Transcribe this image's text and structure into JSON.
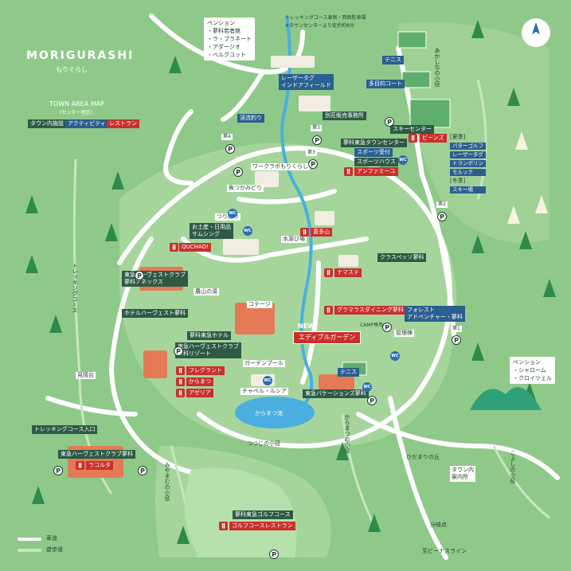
{
  "brand": {
    "logo": "MORIGURASHI",
    "logo_sub": "もりぐらし"
  },
  "map_title": "TOWN AREA MAP",
  "map_subtitle": "(センター地区)",
  "legend_categories": [
    "タウン内施設",
    "アクティビティ",
    "レストラン"
  ],
  "trekking_top": {
    "line1": "トレッキングコース東側・西側駐車場",
    "line2": "※タウンセンターより徒歩約8分"
  },
  "pension_top": {
    "title": "ペンション",
    "items": [
      "・蓼科若者館",
      "・ラ・ブラネート",
      "・アダージオ",
      "・ベルグコット"
    ]
  },
  "pension_right": {
    "title": "ペンション",
    "items": [
      "・シャローム",
      "・クロイツェル"
    ]
  },
  "season": {
    "summer_label": "[夏季]",
    "summer": [
      "パターゴルフ",
      "レーザータグ",
      "トランポリン",
      "モルック"
    ],
    "winter_label": "[冬季]",
    "winter": [
      "スキー場"
    ]
  },
  "places": {
    "laser_tag": "レーザータグ\nインドアフィールド",
    "tennis1": "テニス",
    "multi_court": "多目的コート",
    "akashina": "あかしなの小径",
    "keiryu": "渓流釣り",
    "bessou": "別荘販売事務所",
    "ski_center": "スキーセンター",
    "beans": "ビーンズ",
    "town_center": "蓼科東急タウンセンター",
    "sports_uketsuke": "スポーツ受付",
    "sports_house": "スポーツハウス",
    "anfami": "アンファミーユ",
    "workcraft": "ワークラボもりくらし",
    "sakana": "魚つかみどり",
    "tsuribori": "つりぼり",
    "shop": "お土産・日用品\nサムシング",
    "quchao": "QUCHAO!",
    "suigen": "水源び場",
    "kitaya": "喜多山",
    "clubhouse": "クラスペッソ蓼科",
    "namaste": "ナマステ",
    "harvest_annex": "東急ハーヴェストクラブ\n蓼科アネックス",
    "hotel_harvest": "ホテルハーヴェスト蓼科",
    "nosan": "農山の湯",
    "cottage": "コテージ",
    "glamping": "グラマラスダイニング蓼科",
    "forest_adv": "フォレスト\nアドベンチャー・蓼科",
    "camp": "CAMP専用",
    "kanritou": "管理棟",
    "new_tag": "NEW",
    "edible": "エディブルガーデン",
    "hotel": "蓼科東急ホテル",
    "harvest_resort": "東急ハーヴェストクラブ\n蓼科リゾート",
    "garden_pool": "ガーデンプール",
    "fregranto": "フレグラント",
    "karamatsu_rest": "からまつ",
    "azalea": "アゼリア",
    "chapel": "チャペル・ルシア",
    "tennis2": "テニス",
    "vacation": "東急バケーションズ蓼科",
    "karamatsu_pond": "からまつ池",
    "tsutsuji": "つつじの小径",
    "karamatsu_path": "からまつの小径",
    "hidamari": "ひだまりの丘",
    "koyoshi": "こよしの小径",
    "trek_course": "トレッキングコース",
    "miharashi": "見晴台",
    "trek_entrance": "トレッキングコース入口",
    "harvest_club": "東急ハーヴェストクラブ蓼科",
    "lacorta": "ラコルタ",
    "miyakoshi": "みやまむの小径",
    "golf": "蓼科東急ゴルフコース",
    "golf_rest": "ゴルフコースレストラン",
    "town_info": "タウン内\n案内所",
    "bunki": "分岐点",
    "to_venus": "至ビーナスライン",
    "legend_road": "車道",
    "legend_walk": "遊歩道"
  },
  "parking_labels": {
    "p4": "第4",
    "p3a": "第3",
    "p3b": "第3",
    "p2": "第2",
    "p1": "第1",
    "P": "P"
  },
  "colors": {
    "base": "#8fc98a",
    "light": "#b3dcaa",
    "road": "#ffffff",
    "river": "#4aaee0",
    "dark": "#2e5a45",
    "red": "#c9302c",
    "blue": "#2a5f8f"
  }
}
